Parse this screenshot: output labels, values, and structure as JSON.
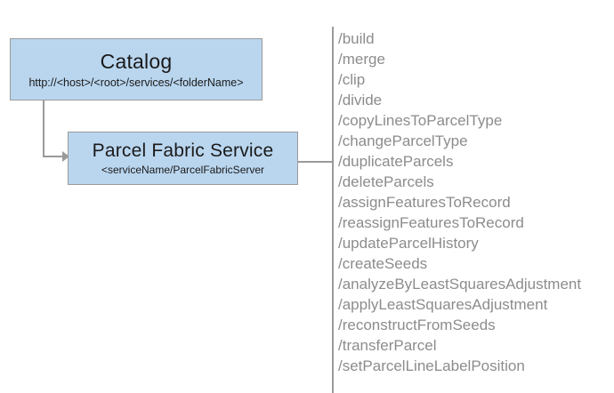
{
  "diagram": {
    "nodes": {
      "catalog": {
        "title": "Catalog",
        "subtitle": "http://<host>/<root>/services/<folderName>"
      },
      "service": {
        "title": "Parcel Fabric Service",
        "subtitle": "<serviceName/ParcelFabricServer"
      }
    },
    "operations": [
      "/build",
      "/merge",
      "/clip",
      "/divide",
      "/copyLinesToParcelType",
      "/changeParcelType",
      "/duplicateParcels",
      "/deleteParcels",
      "/assignFeaturesToRecord",
      "/reassignFeaturesToRecord",
      "/updateParcelHistory",
      "/createSeeds",
      "/analyzeByLeastSquaresAdjustment",
      "/applyLeastSquaresAdjustment",
      "/reconstructFromSeeds",
      "/transferParcel",
      "/setParcelLineLabelPosition"
    ],
    "colors": {
      "node_fill": "#bad6ef",
      "node_border": "#9a9a9a",
      "connector": "#9a9a9a",
      "operation_text": "#8c8c8c",
      "node_text": "#1a1a1a",
      "background": "#ffffff"
    }
  }
}
